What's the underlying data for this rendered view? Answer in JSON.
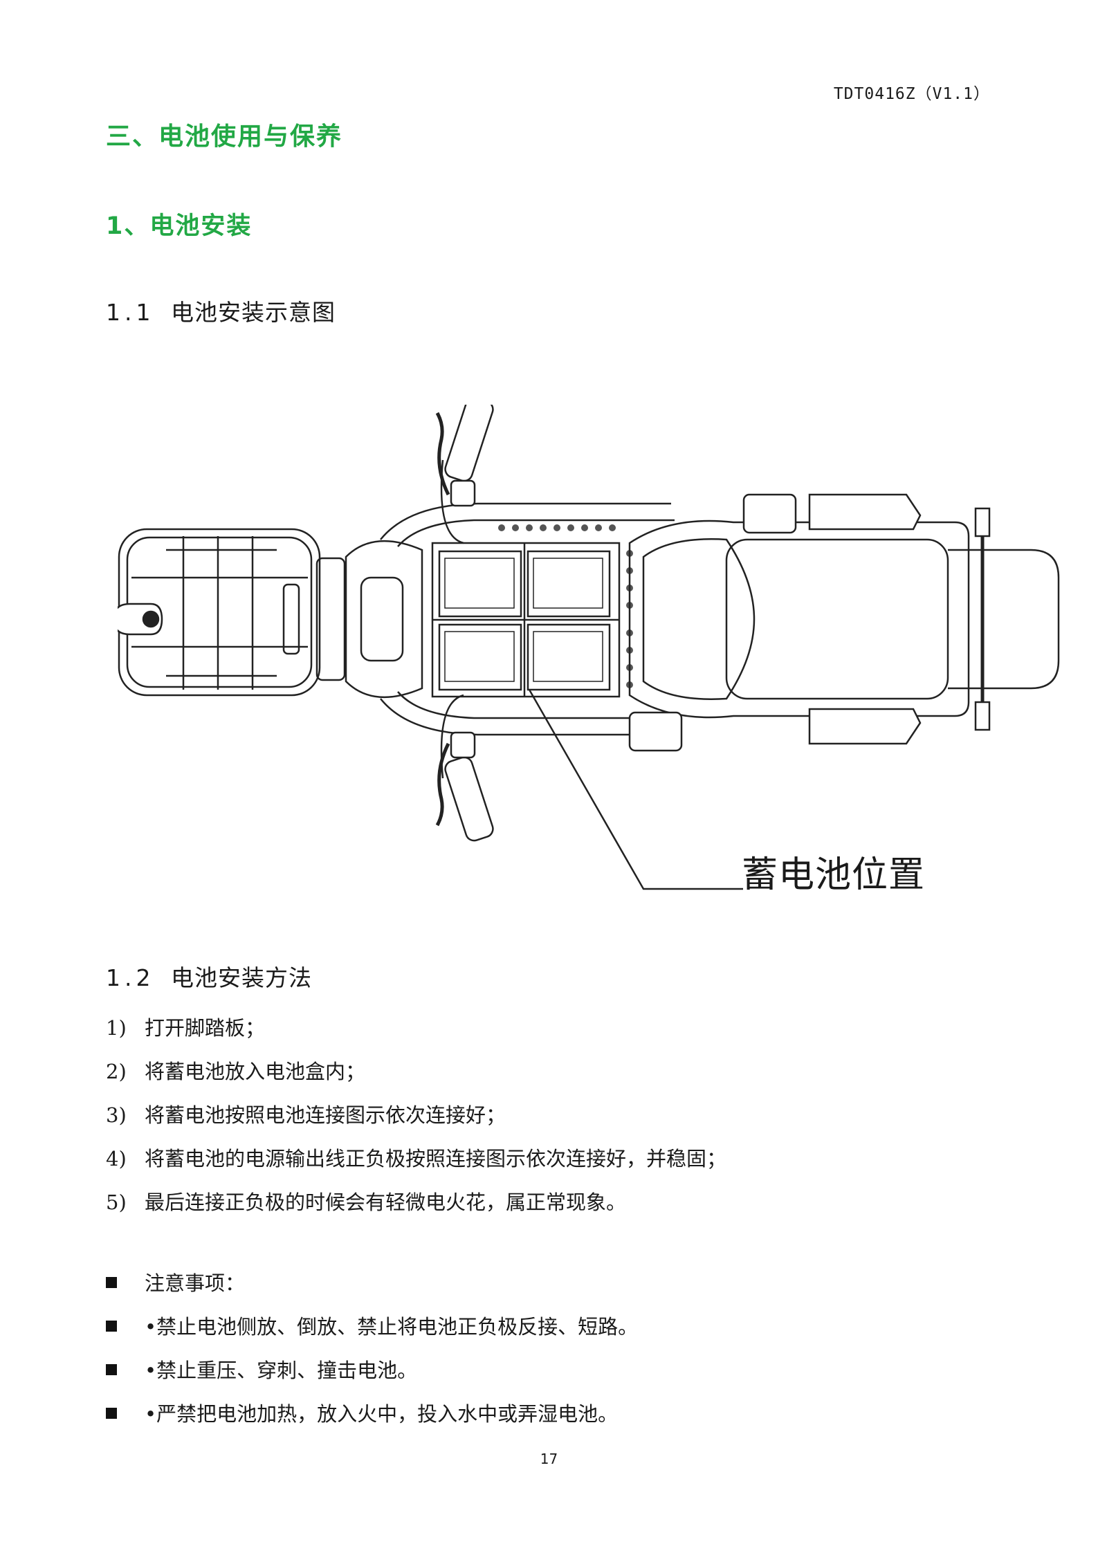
{
  "header": {
    "doc_code": "TDT0416Z（V1.1）"
  },
  "section": {
    "title": "三、电池使用与保养"
  },
  "subsection": {
    "title": "1、电池安装"
  },
  "diagram_heading": {
    "number": "1.1",
    "title": "电池安装示意图"
  },
  "diagram": {
    "callout_label": "蓄电池位置"
  },
  "method_heading": {
    "number": "1.2",
    "title": "电池安装方法"
  },
  "steps": [
    {
      "num": "1)",
      "text": "打开脚踏板；"
    },
    {
      "num": "2)",
      "text": "将蓄电池放入电池盒内；"
    },
    {
      "num": "3)",
      "text": "将蓄电池按照电池连接图示依次连接好；"
    },
    {
      "num": "4)",
      "text": "将蓄电池的电源输出线正负极按照连接图示依次连接好，并稳固；"
    },
    {
      "num": "5)",
      "text": "最后连接正负极的时候会有轻微电火花，属正常现象。"
    }
  ],
  "notes": [
    "注意事项：",
    "•禁止电池侧放、倒放、禁止将电池正负极反接、短路。",
    "•禁止重压、穿刺、撞击电池。",
    "•严禁把电池加热，放入火中，投入水中或弄湿电池。"
  ],
  "footer": {
    "page_number": "17"
  }
}
